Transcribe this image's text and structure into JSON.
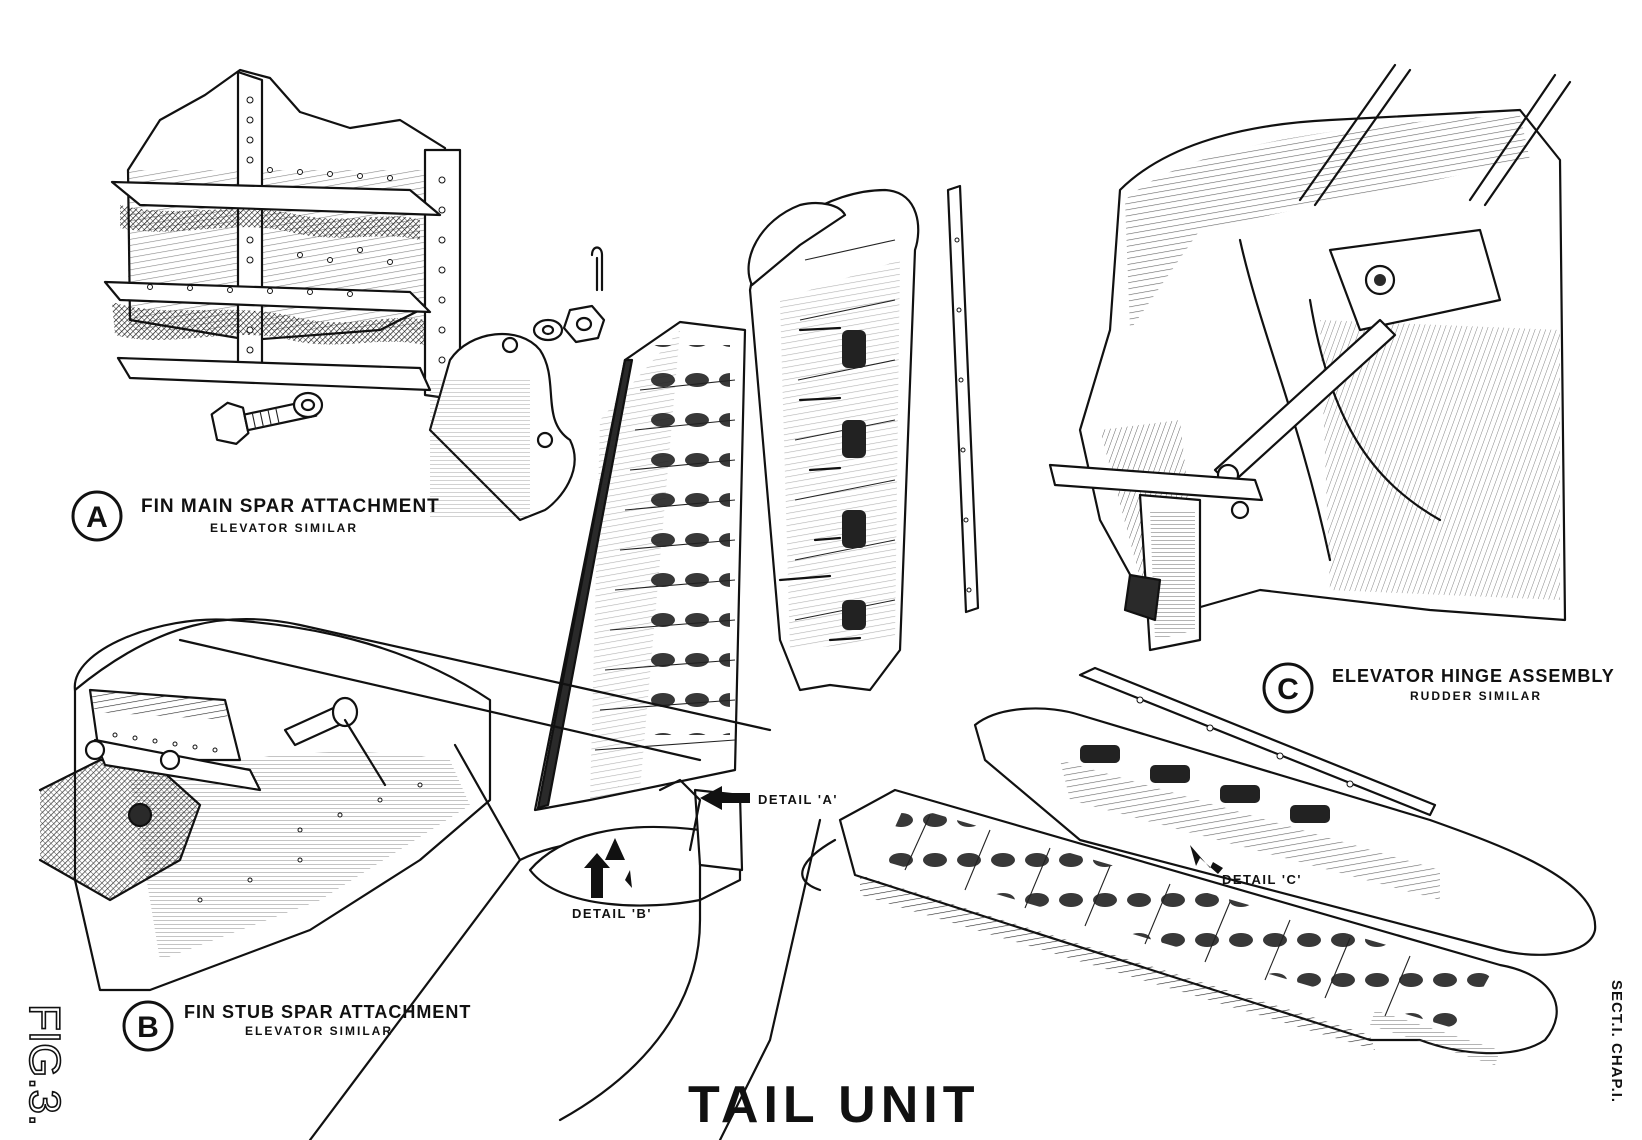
{
  "title": "TAIL UNIT",
  "figure_label": "FIG.3.",
  "section_ref": "SECT.I. CHAP.I.",
  "callouts": [
    {
      "letter": "A",
      "caption": "FIN MAIN SPAR ATTACHMENT",
      "subcaption": "ELEVATOR SIMILAR"
    },
    {
      "letter": "B",
      "caption": "FIN STUB SPAR ATTACHMENT",
      "subcaption": "ELEVATOR SIMILAR"
    },
    {
      "letter": "C",
      "caption": "ELEVATOR HINGE ASSEMBLY",
      "subcaption": "RUDDER SIMILAR"
    }
  ],
  "details": {
    "a": "DETAIL 'A'",
    "b": "DETAIL 'B'",
    "c": "DETAIL 'C'"
  }
}
